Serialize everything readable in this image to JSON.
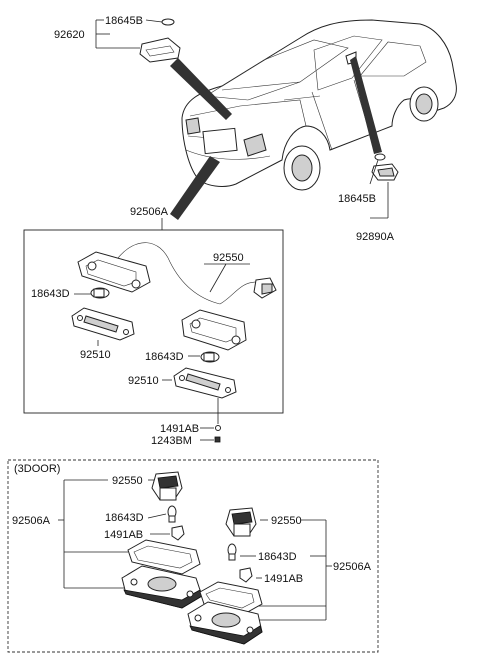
{
  "labels": {
    "top_lamp_code": "92620",
    "top_bulb_code": "18645B",
    "assembly_code_main": "92506A",
    "socket_code_main": "92550",
    "bulb_code_main_1": "18643D",
    "lens_code_main_1": "92510",
    "bulb_code_main_2": "18643D",
    "lens_code_main_2": "92510",
    "side_bulb_code": "18645B",
    "side_lamp_code": "92890A",
    "screw_code": "1491AB",
    "nut_code": "1243BM",
    "section_title": "(3DOOR)",
    "door3_left_socket": "92550",
    "door3_left_bulb": "18643D",
    "door3_left_screw": "1491AB",
    "door3_left_assembly": "92506A",
    "door3_right_socket": "92550",
    "door3_right_bulb": "18643D",
    "door3_right_screw": "1491AB",
    "door3_right_assembly": "92506A"
  }
}
